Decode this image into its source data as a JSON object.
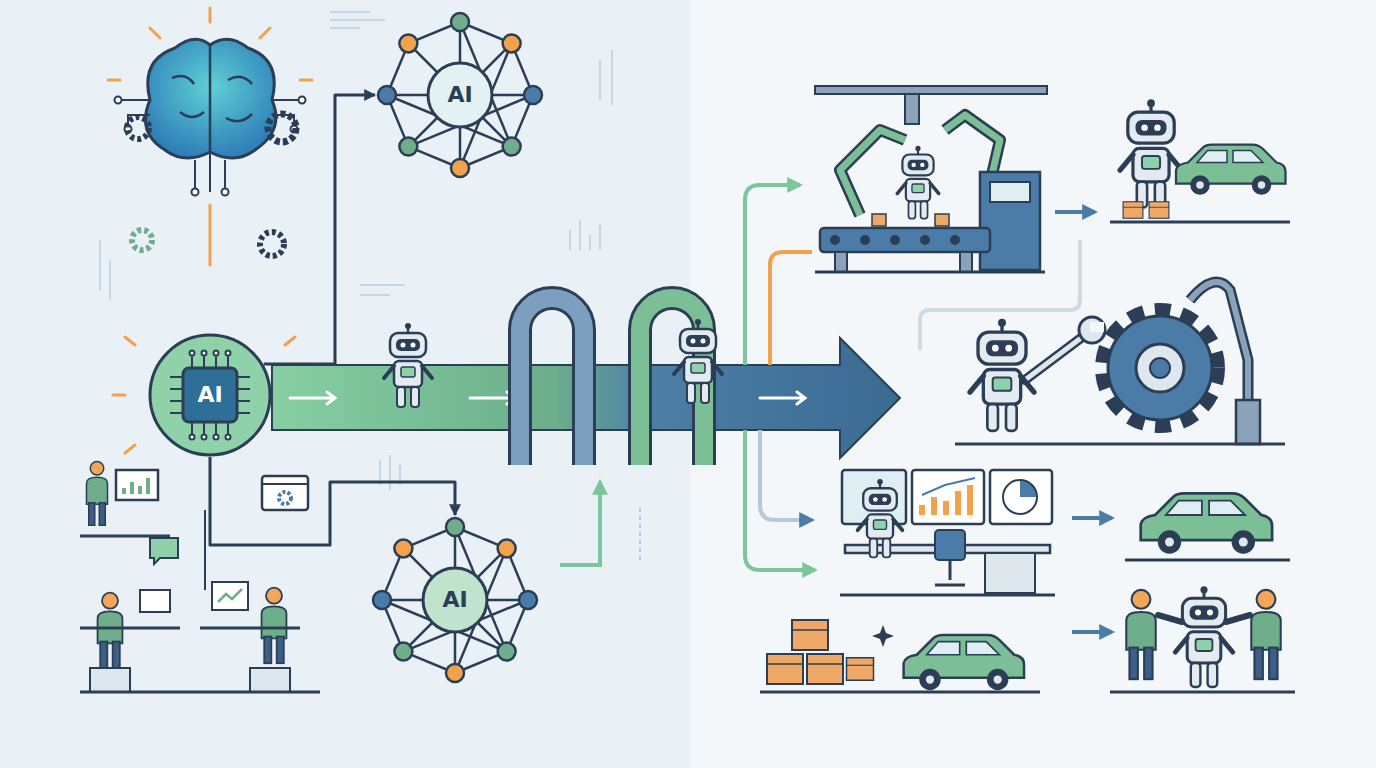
{
  "diagram": {
    "nodes": [
      {
        "text": [
          "AI"
        ]
      },
      {
        "text": [
          "AI"
        ]
      },
      {
        "text": [
          "AI"
        ]
      }
    ],
    "edges": [
      {
        "from": 0,
        "to": 1,
        "arrow": "to"
      },
      {
        "from": 0,
        "to": 2,
        "arrow": "to"
      }
    ]
  }
}
